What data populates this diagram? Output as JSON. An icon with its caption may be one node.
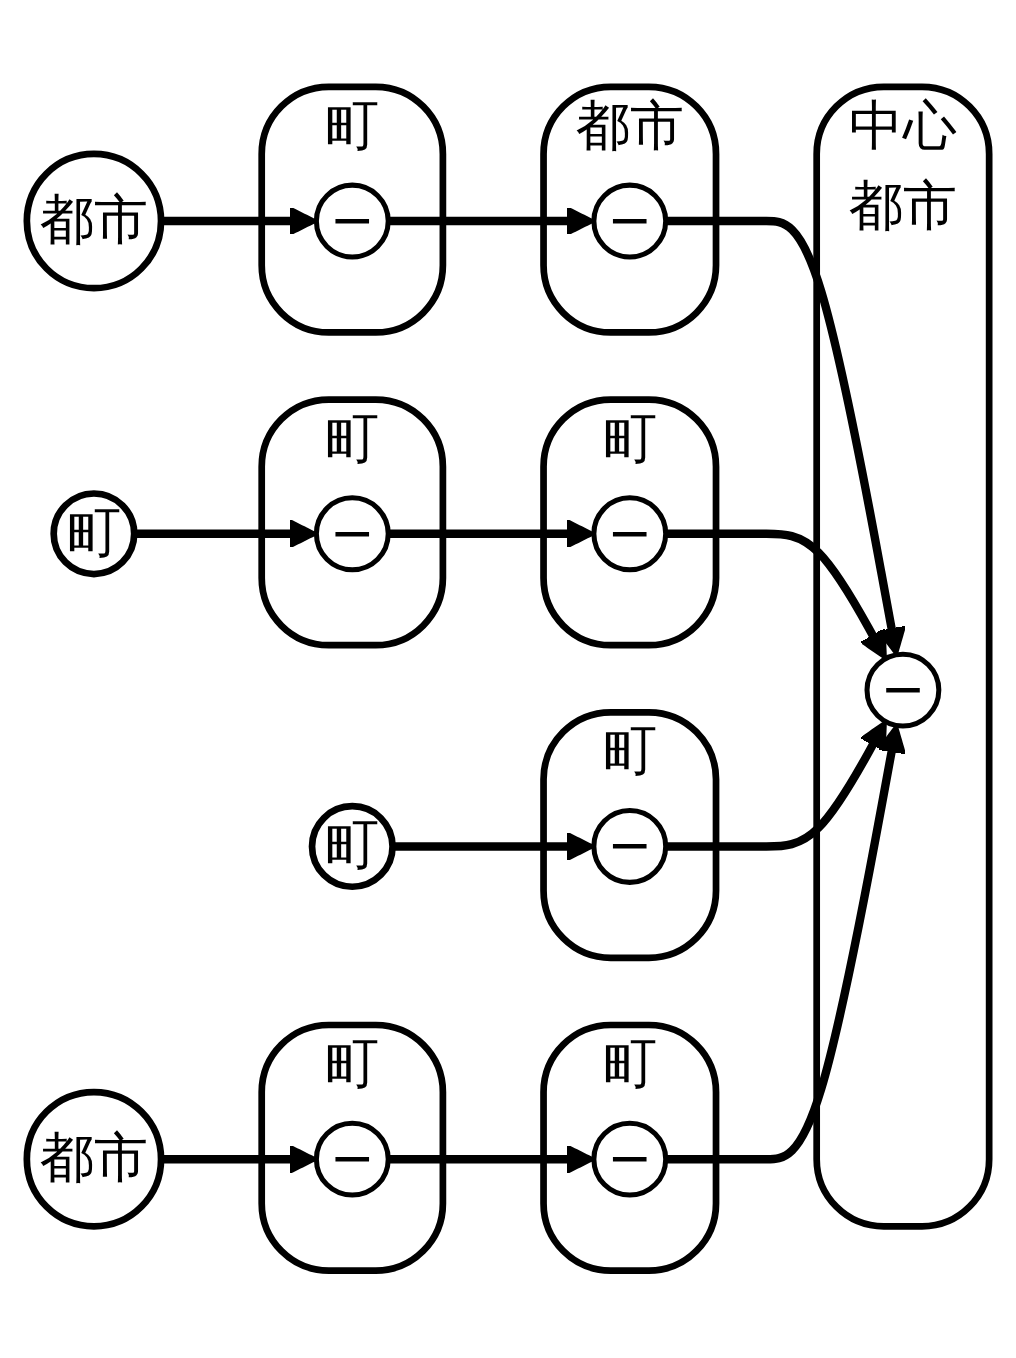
{
  "diagram": {
    "nodes": [
      {
        "text": [
          "都市"
        ]
      },
      {
        "text": [
          "町"
        ]
      },
      {
        "text": [
          "−"
        ],
        "in": 1
      },
      {
        "text": [
          "都市"
        ]
      },
      {
        "text": [
          "−"
        ],
        "in": 3
      },
      {
        "text": [
          "町"
        ]
      },
      {
        "text": [
          "−"
        ],
        "in": 5
      },
      {
        "text": [
          "町"
        ]
      },
      {
        "text": [
          "町"
        ]
      },
      {
        "text": [
          "−"
        ],
        "in": 8
      },
      {
        "text": [
          "中心",
          "都市"
        ]
      },
      {
        "text": [
          "−"
        ],
        "in": 10
      },
      {
        "text": [
          "町"
        ]
      },
      {
        "text": [
          "−"
        ],
        "in": 12
      },
      {
        "text": [
          "町"
        ]
      },
      {
        "text": [
          "−"
        ],
        "in": 14
      },
      {
        "text": [
          "町"
        ]
      },
      {
        "text": [
          "−"
        ],
        "in": 16
      },
      {
        "text": [
          "町"
        ]
      },
      {
        "text": [
          "都市"
        ]
      }
    ],
    "edges": [
      {
        "from": 0,
        "to": 2,
        "arrow": "to"
      },
      {
        "from": 2,
        "to": 4,
        "arrow": "to"
      },
      {
        "from": 4,
        "to": 11,
        "arrow": "to"
      },
      {
        "from": 7,
        "to": 6,
        "arrow": "to"
      },
      {
        "from": 6,
        "to": 9,
        "arrow": "to"
      },
      {
        "from": 9,
        "to": 11,
        "arrow": "to"
      },
      {
        "from": 18,
        "to": 15,
        "arrow": "to"
      },
      {
        "from": 15,
        "to": 11,
        "arrow": "to"
      },
      {
        "from": 19,
        "to": 17,
        "arrow": "to"
      },
      {
        "from": 17,
        "to": 13,
        "arrow": "to"
      },
      {
        "from": 13,
        "to": 11,
        "arrow": "to"
      }
    ]
  }
}
